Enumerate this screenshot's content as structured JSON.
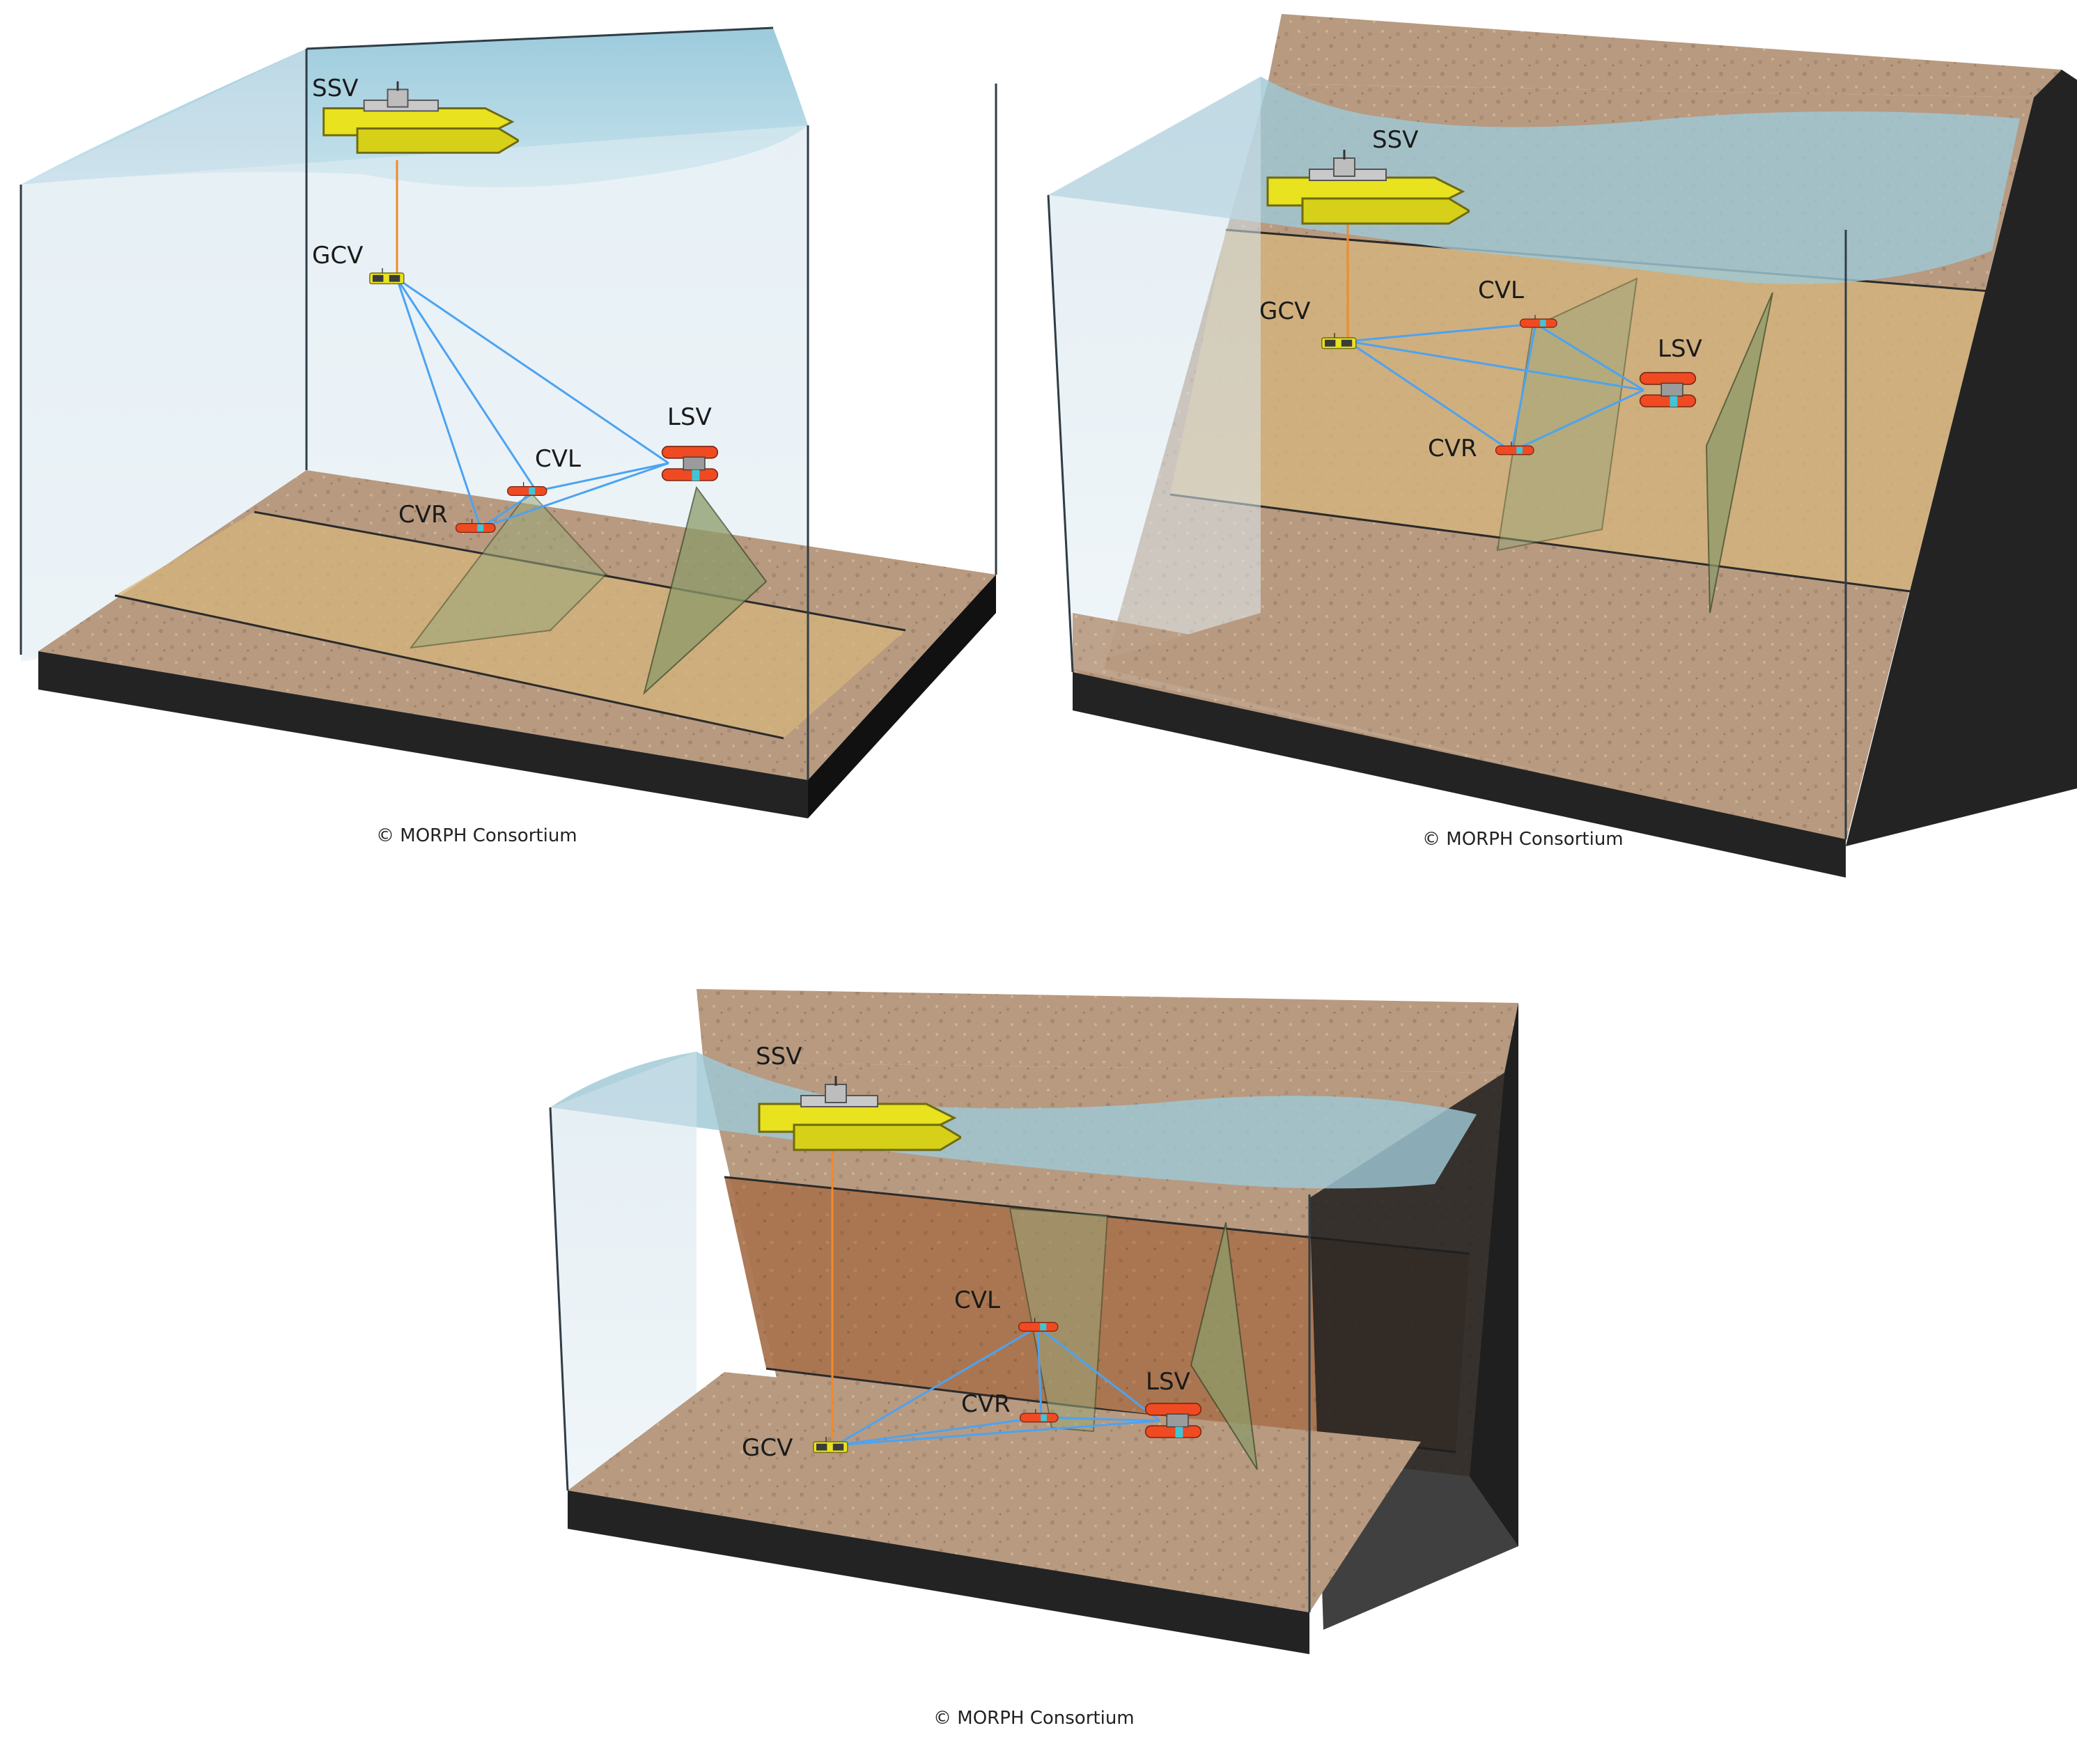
{
  "colors": {
    "water_top": "#a9d3e0",
    "water_side": "#d7e6ee",
    "sediment": "#b89a80",
    "sediment_band": "#d5b47c",
    "wall_mid_brown": "#a9744f",
    "base_dark": "#232323",
    "glass_edge": "#2f3d46",
    "acoustic_link": "#4da3f0",
    "tether": "#f08a2c",
    "vessel_yellow": "#e8e21f",
    "vehicle_red": "#ef4a22",
    "cone_green": "#9aa77a"
  },
  "icons": [
    "surface-vessel-icon",
    "underwater-vehicle-icon",
    "sonar-cone-icon"
  ],
  "panels": [
    {
      "caption": "© MORPH Consortium",
      "vehicles": {
        "ssv": "SSV",
        "gcv": "GCV",
        "cvl": "CVL",
        "cvr": "CVR",
        "lsv": "LSV"
      }
    },
    {
      "caption": "© MORPH Consortium",
      "vehicles": {
        "ssv": "SSV",
        "gcv": "GCV",
        "cvl": "CVL",
        "cvr": "CVR",
        "lsv": "LSV"
      }
    },
    {
      "caption": "© MORPH Consortium",
      "vehicles": {
        "ssv": "SSV",
        "gcv": "GCV",
        "cvl": "CVL",
        "cvr": "CVR",
        "lsv": "LSV"
      }
    }
  ]
}
